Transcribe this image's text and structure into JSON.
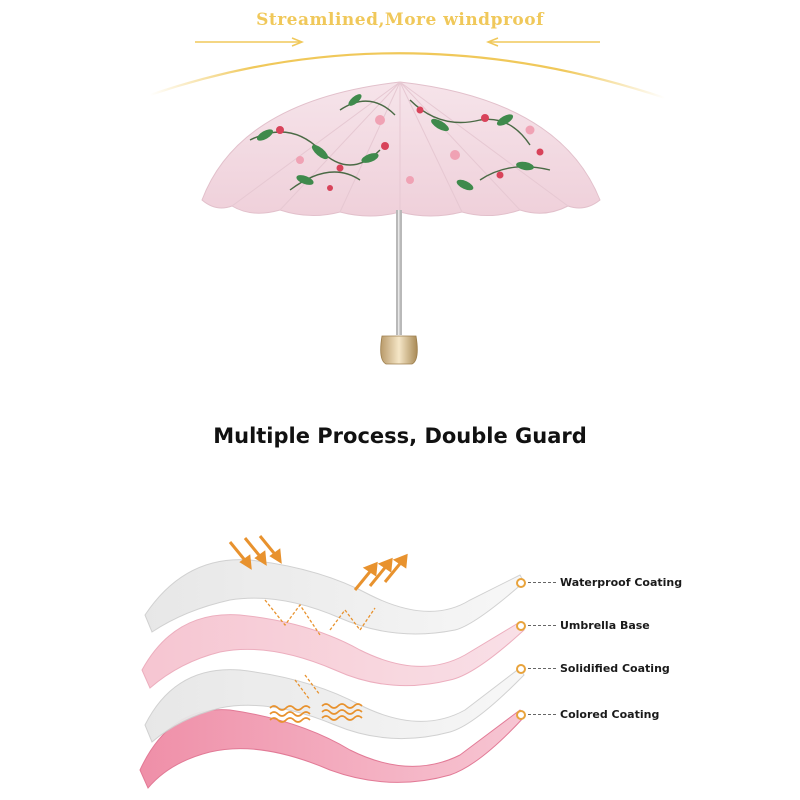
{
  "banner": {
    "text": "Streamlined,More windproof",
    "color": "#f0c85a"
  },
  "heading": "Multiple Process, Double Guard",
  "layers": [
    {
      "label": "Waterproof Coating",
      "color": "#eeeeee"
    },
    {
      "label": "Umbrella Base",
      "color": "#f4b4c4"
    },
    {
      "label": "Solidified Coating",
      "color": "#ededed"
    },
    {
      "label": "Colored Coating",
      "color": "#f08ca8"
    }
  ],
  "accent": "#e8a33c",
  "icons": {
    "arrows": "orange-arrow-icon",
    "waves": "heat-wave-icon"
  }
}
